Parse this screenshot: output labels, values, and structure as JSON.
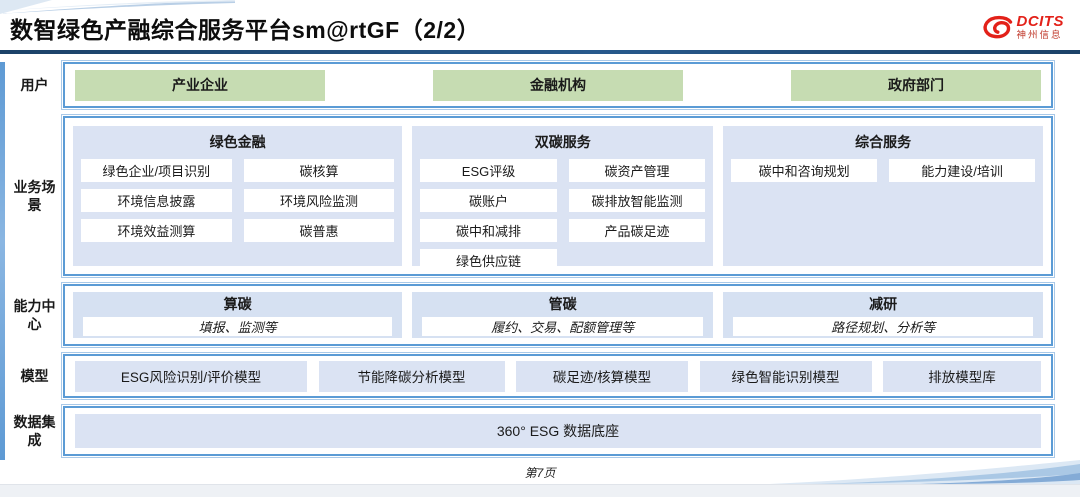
{
  "header": {
    "title": "数智绿色产融综合服务平台sm@rtGF（2/2）",
    "logo_brand": "DCITS",
    "logo_subtitle": "神州信息"
  },
  "users": {
    "label": "用户",
    "items": [
      "产业企业",
      "金融机构",
      "政府部门"
    ]
  },
  "scenarios": {
    "label": "业务场景",
    "columns": [
      {
        "title": "绿色金融",
        "items": [
          "绿色企业/项目识别",
          "碳核算",
          "环境信息披露",
          "环境风险监测",
          "环境效益测算",
          "碳普惠"
        ]
      },
      {
        "title": "双碳服务",
        "items": [
          "ESG评级",
          "碳资产管理",
          "碳账户",
          "碳排放智能监测",
          "碳中和减排",
          "产品碳足迹",
          "绿色供应链"
        ]
      },
      {
        "title": "综合服务",
        "items": [
          "碳中和咨询规划",
          "能力建设/培训"
        ]
      }
    ]
  },
  "capabilities": {
    "label": "能力中心",
    "items": [
      {
        "title": "算碳",
        "desc": "填报、监测等"
      },
      {
        "title": "管碳",
        "desc": "履约、交易、配额管理等"
      },
      {
        "title": "减研",
        "desc": "路径规划、分析等"
      }
    ]
  },
  "models": {
    "label": "模型",
    "items": [
      "ESG风险识别/评价模型",
      "节能降碳分析模型",
      "碳足迹/核算模型",
      "绿色智能识别模型",
      "排放模型库"
    ]
  },
  "data_integration": {
    "label": "数据集成",
    "items": [
      "360° ESG 数据底座"
    ]
  },
  "footer": {
    "page": "第7页"
  },
  "colors": {
    "accent_blue": "#5b9bd5",
    "light_blue_fill": "#dbe3f3",
    "green_fill": "#c6dcb2",
    "title_rule": "#1c4268",
    "logo_red": "#e32119",
    "bottom_band": "#eef1f5"
  }
}
